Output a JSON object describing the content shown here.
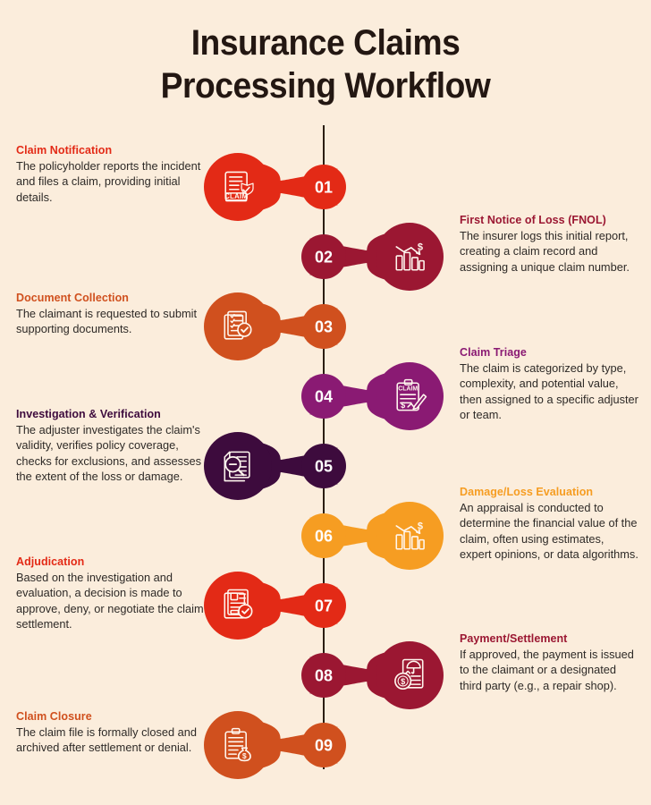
{
  "title": {
    "line1": "Insurance Claims",
    "line2": "Processing Workflow",
    "color": "#231712"
  },
  "background_color": "#FBEDDC",
  "spine_color": "#2A1D12",
  "steps": [
    {
      "number": "01",
      "side": "left",
      "color": "#E32A16",
      "heading": "Claim Notification",
      "description": "The policyholder reports the incident and files a claim, providing initial details.",
      "icon": "claim-document-shield-icon",
      "icon_label": "CLAIM"
    },
    {
      "number": "02",
      "side": "right",
      "color": "#9B1732",
      "heading": "First Notice of Loss (FNOL)",
      "description": "The insurer logs this initial report, creating a claim record and assigning a unique claim number.",
      "icon": "declining-bar-chart-dollar-icon",
      "icon_label": "$"
    },
    {
      "number": "03",
      "side": "left",
      "color": "#D0501E",
      "heading": "Document Collection",
      "description": "The claimant is requested to submit supporting documents.",
      "icon": "documents-checklist-check-icon",
      "icon_label": ""
    },
    {
      "number": "04",
      "side": "right",
      "color": "#8A1A73",
      "heading": "Claim Triage",
      "description": "The claim is categorized by type, complexity, and potential value, then assigned to a specific adjuster or team.",
      "icon": "clipboard-claim-pen-icon",
      "icon_label": "CLAIM"
    },
    {
      "number": "05",
      "side": "left",
      "color": "#3D0B3D",
      "heading": "Investigation & Verification",
      "description": "The adjuster investigates the claim's validity, verifies policy coverage, checks for exclusions, and assesses the extent of the loss or damage.",
      "icon": "magnifier-documents-icon",
      "icon_label": ""
    },
    {
      "number": "06",
      "side": "right",
      "color": "#F69D22",
      "heading": "Damage/Loss Evaluation",
      "description": "An appraisal is conducted to determine the financial value of the claim, often using estimates, expert opinions, or data algorithms.",
      "icon": "declining-bar-chart-dollar-icon",
      "icon_label": "$"
    },
    {
      "number": "07",
      "side": "left",
      "color": "#E32A16",
      "heading": "Adjudication",
      "description": "Based on the investigation and evaluation, a decision is made to approve, deny, or negotiate the claim settlement.",
      "icon": "document-decision-check-icon",
      "icon_label": ""
    },
    {
      "number": "08",
      "side": "right",
      "color": "#9B1732",
      "heading": "Payment/Settlement",
      "description": "If approved, the payment is issued to the claimant or a designated third party (e.g., a repair shop).",
      "icon": "policy-umbrella-coin-icon",
      "icon_label": "$"
    },
    {
      "number": "09",
      "side": "left",
      "color": "#D0501E",
      "heading": "Claim Closure",
      "description": "The claim file is formally closed and archived after settlement or denial.",
      "icon": "clipboard-money-bag-icon",
      "icon_label": ""
    }
  ]
}
